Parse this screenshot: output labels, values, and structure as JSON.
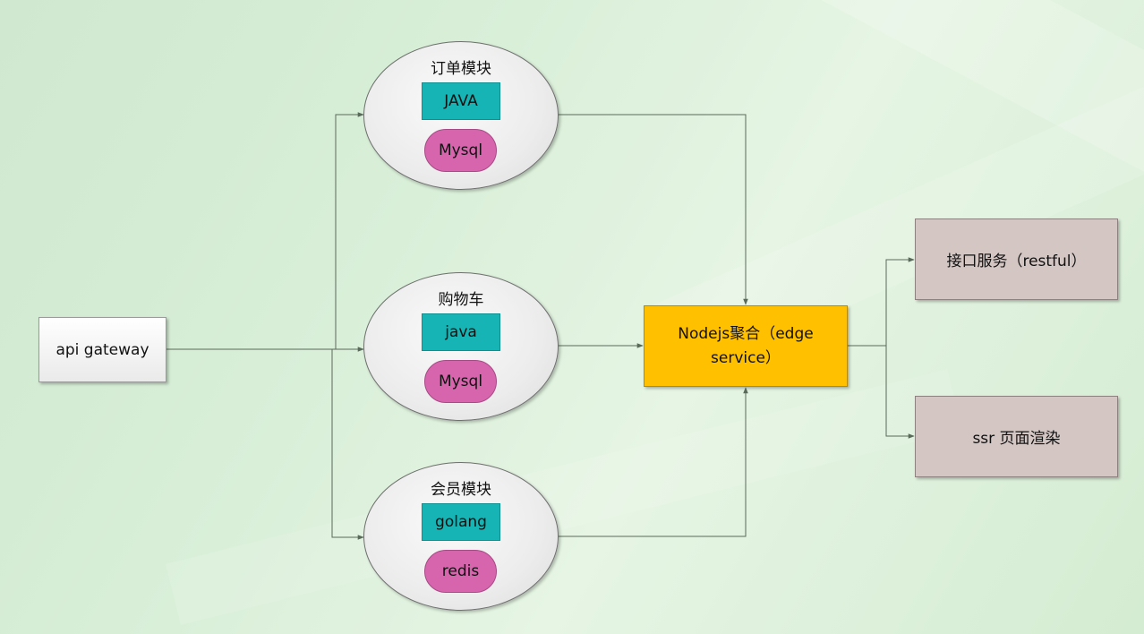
{
  "gateway": {
    "label": "api gateway"
  },
  "modules": [
    {
      "title": "订单模块",
      "lang": "JAVA",
      "db": "Mysql"
    },
    {
      "title": "购物车",
      "lang": "java",
      "db": "Mysql"
    },
    {
      "title": "会员模块",
      "lang": "golang",
      "db": "redis"
    }
  ],
  "edge_service": {
    "line1": "Nodejs聚合（edge",
    "line2": "service）"
  },
  "outputs": [
    {
      "label": "接口服务（restful）"
    },
    {
      "label": "ssr 页面渲染"
    }
  ],
  "colors": {
    "lang_box": "#16b4b4",
    "db_box": "#d765ad",
    "edge_service": "#ffc000",
    "output_box": "#d3c6c3",
    "connector": "#5a6a5a"
  }
}
